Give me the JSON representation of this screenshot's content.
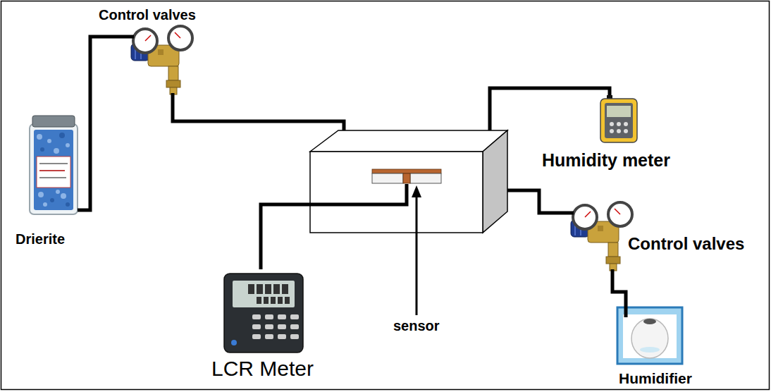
{
  "diagram": {
    "nodes": [
      {
        "text": [
          "Drierite"
        ]
      },
      {
        "text": [
          "Control valves"
        ]
      },
      {
        "text": [
          "sensor"
        ]
      },
      {
        "text": [
          "Humidity meter"
        ]
      },
      {
        "text": [
          "Control valves"
        ]
      },
      {
        "text": [
          "Humidifier"
        ]
      },
      {
        "text": [
          "LCR Meter"
        ]
      }
    ],
    "edges": [
      {
        "from": 0,
        "to": 1,
        "arrow": "none"
      },
      {
        "from": 1,
        "to": 2,
        "arrow": "none"
      },
      {
        "from": 2,
        "to": 3,
        "arrow": "none"
      },
      {
        "from": 5,
        "to": 4,
        "arrow": "none"
      },
      {
        "from": 4,
        "to": 2,
        "arrow": "none"
      },
      {
        "from": 6,
        "to": 2,
        "arrow": "none"
      }
    ]
  }
}
